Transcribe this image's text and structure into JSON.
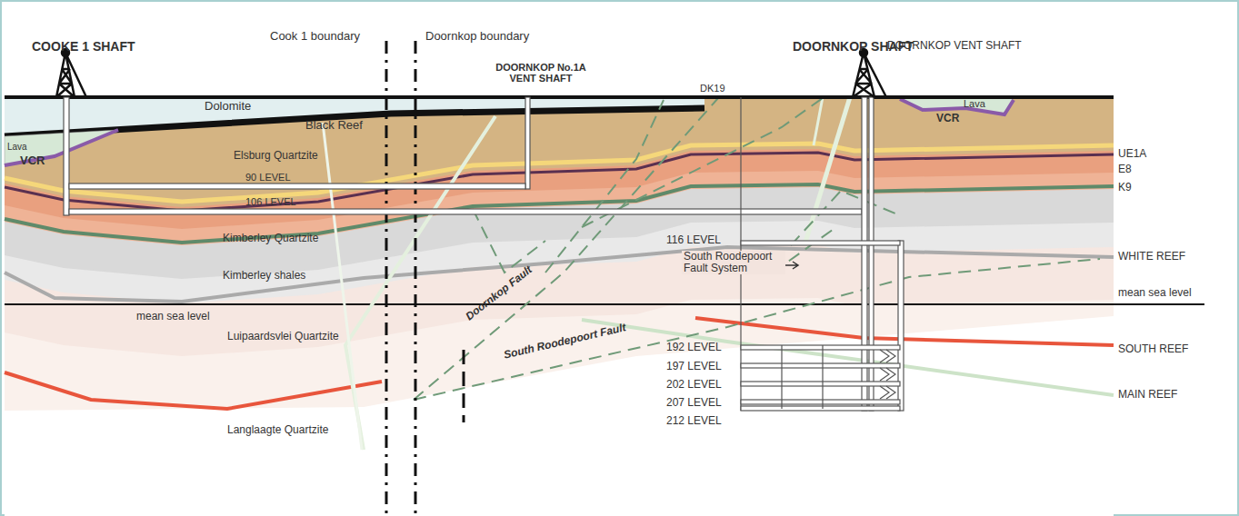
{
  "diagram": {
    "labels": [
      "COOKE 1 SHAFT",
      "Cook 1 boundary",
      "Doornkop boundary",
      "DOORNKOP SHAFT",
      "DOORNKOP VENT SHAFT",
      "DOORNKOP No.1A VENT SHAFT",
      "DK19",
      "Dolomite",
      "Lava",
      "Black Reef",
      "Lava",
      "VCR",
      "VCR",
      "Elsburg Quartzite",
      "90 LEVEL",
      "106 LEVEL",
      "UE1A",
      "E8",
      "K9",
      "116 LEVEL",
      "South Roodepoort Fault System",
      "WHITE REEF",
      "Kimberley Quartzite",
      "Kimberley shales",
      "mean sea level",
      "mean sea level",
      "Luipaardsvlei Quartzite",
      "Doornkop Fault",
      "South Roodepoort Fault",
      "SOUTH REEF",
      "192 LEVEL",
      "197 LEVEL",
      "202 LEVEL",
      "207 LEVEL",
      "212 LEVEL",
      "MAIN REEF",
      "Langlaagte Quartzite"
    ]
  }
}
